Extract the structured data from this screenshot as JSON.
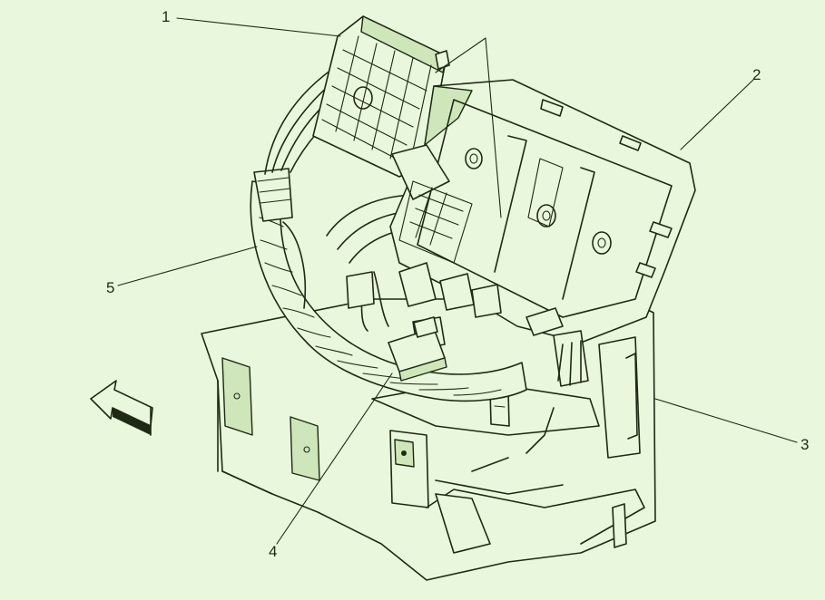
{
  "callouts": [
    {
      "id": "1",
      "label": "1"
    },
    {
      "id": "2",
      "label": "2"
    },
    {
      "id": "3",
      "label": "3"
    },
    {
      "id": "4",
      "label": "4"
    },
    {
      "id": "5",
      "label": "5"
    }
  ],
  "colors": {
    "background": "#e9f7dc",
    "ink": "#1e2a14",
    "shade": "#cfe6bb"
  }
}
